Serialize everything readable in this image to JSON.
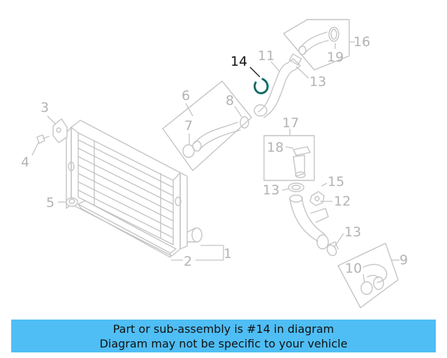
{
  "callouts": [
    {
      "id": "1",
      "text": "1",
      "highlight": false
    },
    {
      "id": "2",
      "text": "2",
      "highlight": false
    },
    {
      "id": "3",
      "text": "3",
      "highlight": false
    },
    {
      "id": "4",
      "text": "4",
      "highlight": false
    },
    {
      "id": "5",
      "text": "5",
      "highlight": false
    },
    {
      "id": "6",
      "text": "6",
      "highlight": false
    },
    {
      "id": "7",
      "text": "7",
      "highlight": false
    },
    {
      "id": "8",
      "text": "8",
      "highlight": false
    },
    {
      "id": "9",
      "text": "9",
      "highlight": false
    },
    {
      "id": "10",
      "text": "10",
      "highlight": false
    },
    {
      "id": "11",
      "text": "11",
      "highlight": false
    },
    {
      "id": "12",
      "text": "12",
      "highlight": false
    },
    {
      "id": "13a",
      "text": "13",
      "highlight": false
    },
    {
      "id": "13b",
      "text": "13",
      "highlight": false
    },
    {
      "id": "13c",
      "text": "13",
      "highlight": false
    },
    {
      "id": "14",
      "text": "14",
      "highlight": true
    },
    {
      "id": "15",
      "text": "15",
      "highlight": false
    },
    {
      "id": "16",
      "text": "16",
      "highlight": false
    },
    {
      "id": "17",
      "text": "17",
      "highlight": false
    },
    {
      "id": "18",
      "text": "18",
      "highlight": false
    },
    {
      "id": "19",
      "text": "19",
      "highlight": false
    }
  ],
  "banner": {
    "line1": "Part or sub-assembly is #14 in diagram",
    "line2": "Diagram may not be specific to your vehicle"
  },
  "colors": {
    "banner_background": "#4fbef5",
    "highlight_text": "#111111",
    "highlight_part": "#3aa9a0",
    "part_lines": "#c4c4c4",
    "callout_text": "#b3b3b3"
  }
}
